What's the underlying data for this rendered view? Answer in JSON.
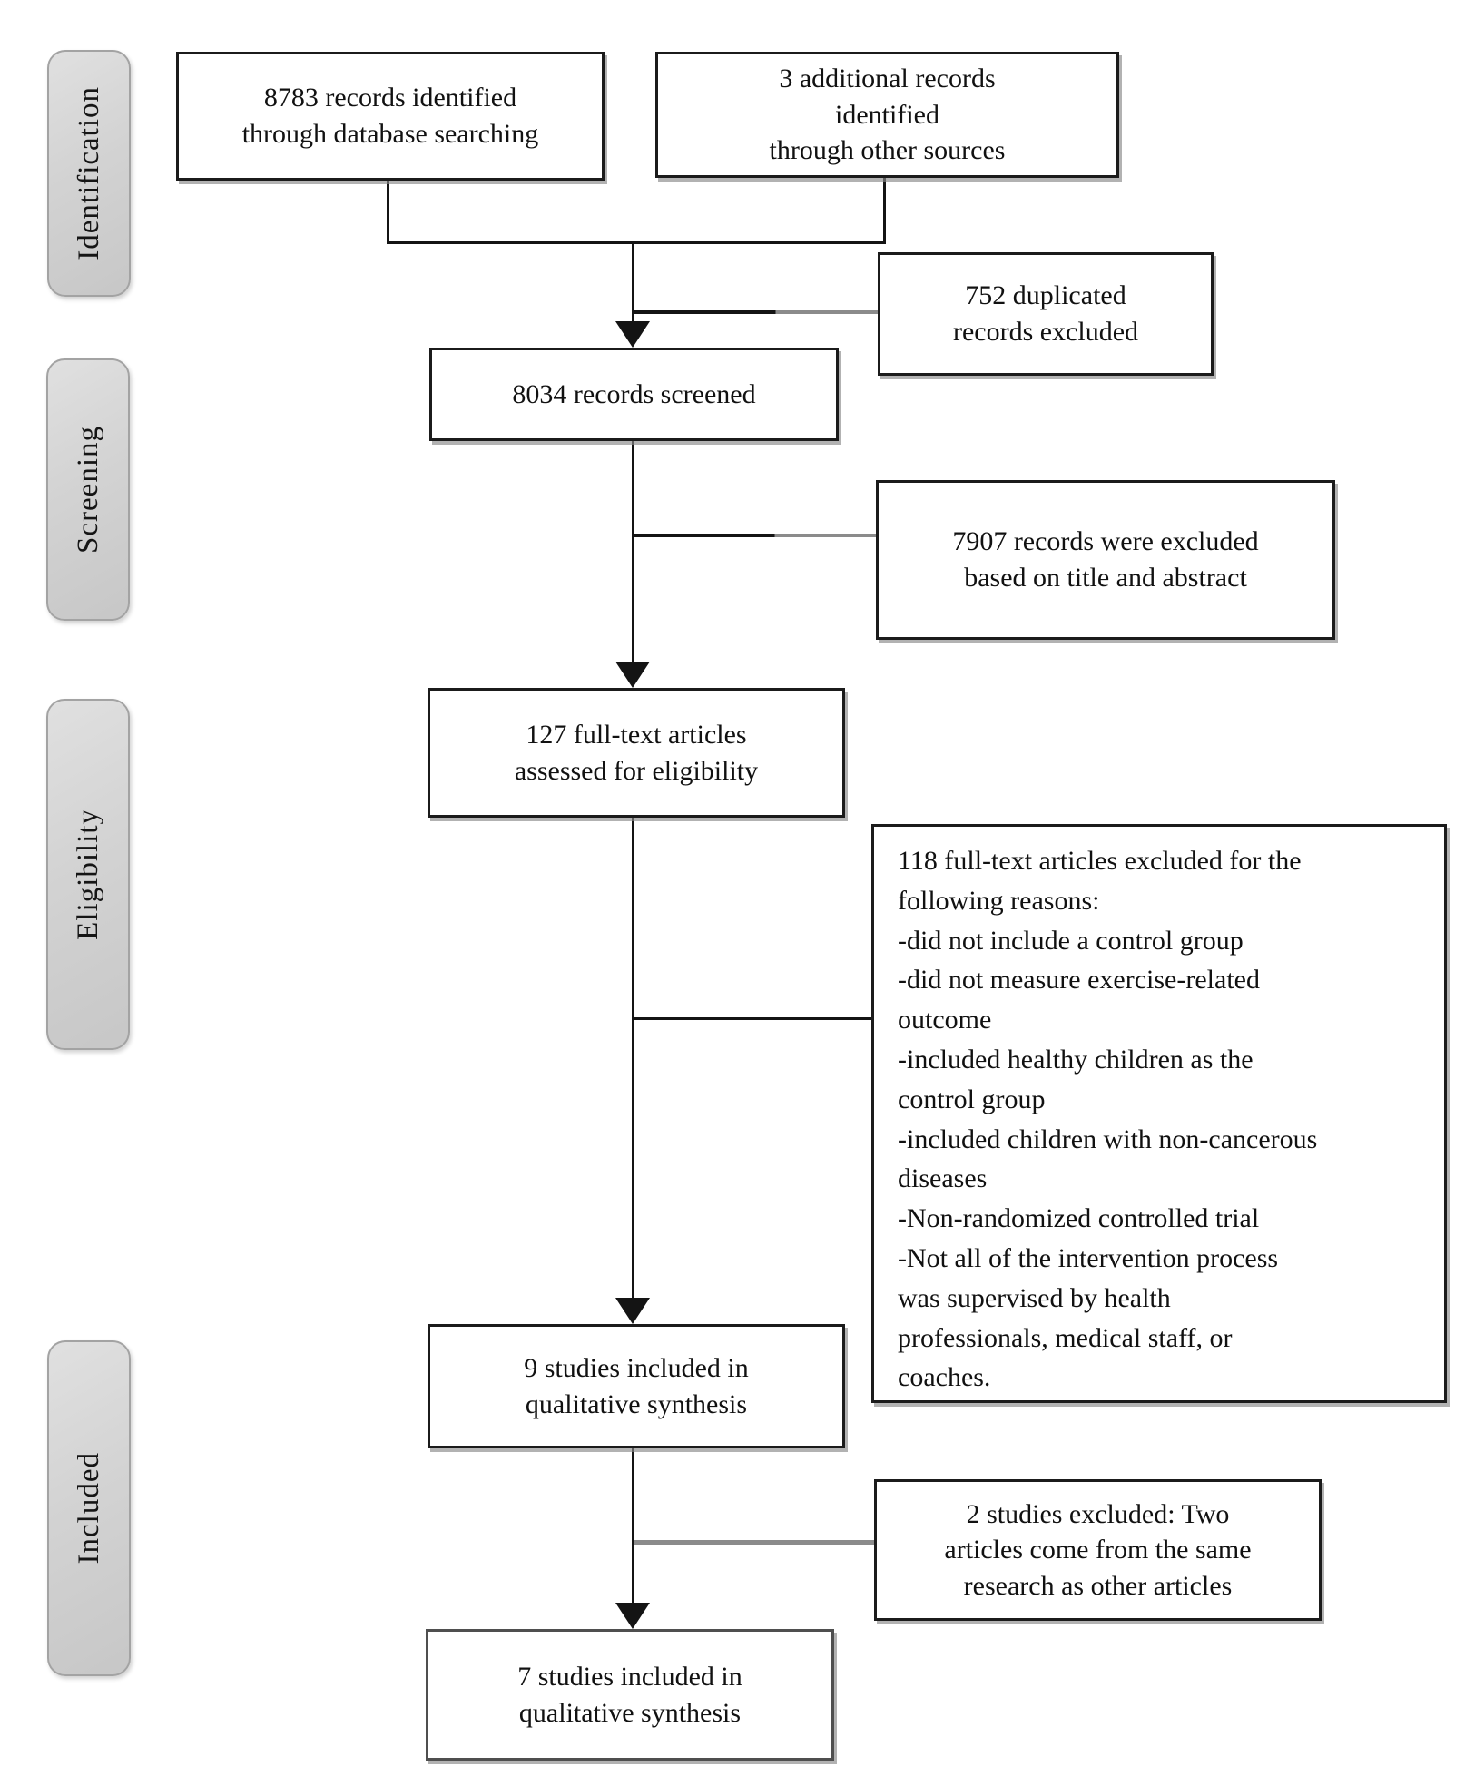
{
  "diagram": {
    "kind": "prisma-flow",
    "stages": [
      {
        "label": "Identification"
      },
      {
        "label": "Screening"
      },
      {
        "label": "Eligibility"
      },
      {
        "label": "Included"
      }
    ],
    "boxes": {
      "identified_database": {
        "lines": [
          "8783 records identified",
          "through database searching"
        ]
      },
      "identified_other": {
        "lines": [
          "3 additional records",
          "identified",
          "through other sources"
        ]
      },
      "duplicates_excluded": {
        "lines": [
          "752 duplicated",
          "records excluded"
        ]
      },
      "records_screened": {
        "lines": [
          "8034 records screened"
        ]
      },
      "records_excluded": {
        "lines": [
          "7907 records were excluded",
          "based on title and abstract"
        ]
      },
      "fulltext_assessed": {
        "lines": [
          "127 full-text articles",
          "assessed for eligibility"
        ]
      },
      "fulltext_excluded": {
        "lines": [
          "118 full-text articles excluded  for the",
          "following reasons:",
          "-did not include a control group",
          "-did not measure exercise-related",
          "outcome",
          "-included healthy children as the",
          "control group",
          "-included children with non-cancerous",
          "diseases",
          "-Non-randomized controlled trial",
          "-Not all of the intervention process",
          "was supervised by health",
          "professionals, medical  staff, or",
          "coaches."
        ]
      },
      "qualitative_synthesis_9": {
        "lines": [
          "9 studies included in",
          "qualitative synthesis"
        ]
      },
      "studies_excluded_2": {
        "lines": [
          "2 studies excluded:  Two",
          "articles come from the same",
          "research as other articles"
        ]
      },
      "qualitative_synthesis_7": {
        "lines": [
          "7 studies included in",
          "qualitative synthesis"
        ]
      }
    }
  },
  "colors": {
    "box_border": "#1b1b1b",
    "label_fill": "#d3d3d3",
    "label_border": "#a3a3a3",
    "line": "#141414",
    "line_gray": "#8b8b8b",
    "text": "#111111"
  }
}
